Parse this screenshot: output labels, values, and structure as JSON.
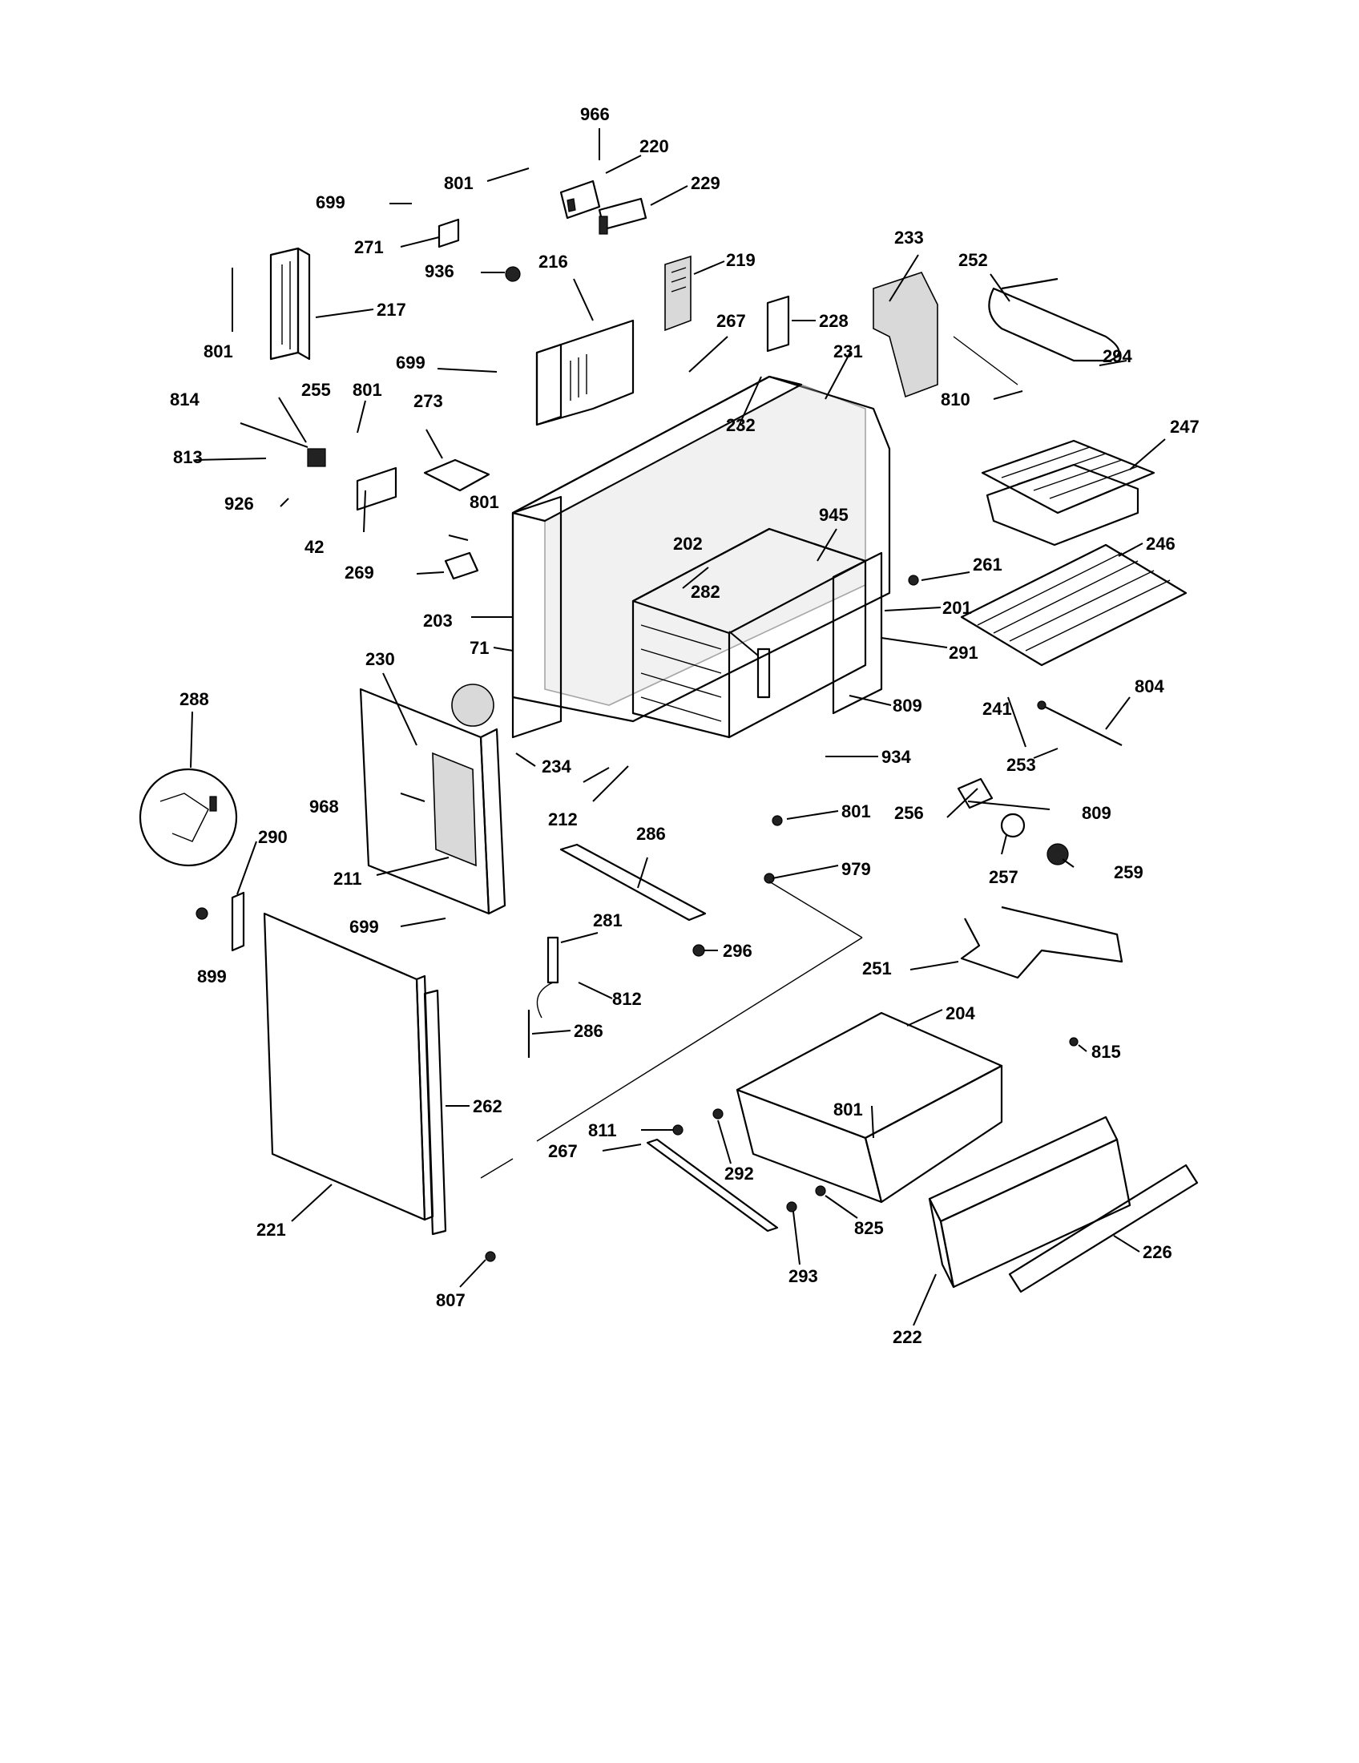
{
  "labels": {
    "l966": "966",
    "l220": "220",
    "l801a": "801",
    "l229": "229",
    "l699a": "699",
    "l271": "271",
    "l936": "936",
    "l216": "216",
    "l219": "219",
    "l217": "217",
    "l801b": "801",
    "l233": "233",
    "l252": "252",
    "l228": "228",
    "l267a": "267",
    "l231": "231",
    "l294": "294",
    "l699b": "699",
    "l814": "814",
    "l255": "255",
    "l801c": "801",
    "l273": "273",
    "l810": "810",
    "l813": "813",
    "l232": "232",
    "l247": "247",
    "l926": "926",
    "l945": "945",
    "l42": "42",
    "l801d": "801",
    "l246": "246",
    "l202": "202",
    "l269": "269",
    "l261": "261",
    "l282": "282",
    "l201": "201",
    "l203": "203",
    "l71": "71",
    "l291": "291",
    "l230": "230",
    "l241": "241",
    "l804": "804",
    "l288": "288",
    "l809a": "809",
    "l253": "253",
    "l234": "234",
    "l934": "934",
    "l968": "968",
    "l212": "212",
    "l801e": "801",
    "l809b": "809",
    "l256": "256",
    "l290": "290",
    "l286": "286",
    "l257": "257",
    "l259": "259",
    "l211": "211",
    "l979": "979",
    "l699c": "699",
    "l281": "281",
    "l296": "296",
    "l899": "899",
    "l251": "251",
    "l812": "812",
    "l204": "204",
    "l286b": "286",
    "l815": "815",
    "l262": "262",
    "l811": "811",
    "l801f": "801",
    "l267b": "267",
    "l292": "292",
    "l221": "221",
    "l825": "825",
    "l226": "226",
    "l293": "293",
    "l807": "807",
    "l222": "222"
  }
}
